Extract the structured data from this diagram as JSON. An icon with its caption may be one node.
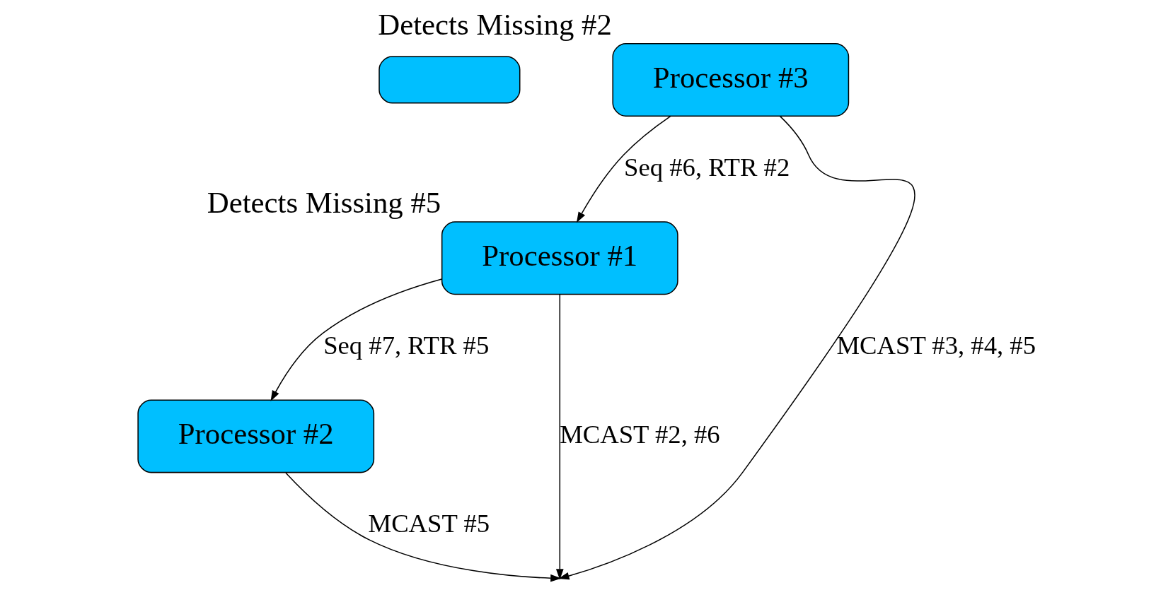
{
  "diagram": {
    "nodes": [
      {
        "text": [],
        "shape": "box"
      },
      {
        "text": [
          "Processor #1"
        ],
        "beside": [
          "Detects Missing #5"
        ]
      },
      {
        "text": [
          "Processor #2"
        ]
      },
      {
        "text": [
          "Processor #3"
        ],
        "beside": [
          "Detects Missing #2"
        ]
      }
    ],
    "edges": [
      {
        "from": 1,
        "to": 2,
        "arrow": "to",
        "label": "Seq #7, RTR #5"
      },
      {
        "from": 1,
        "to": null,
        "arrow": "to",
        "label": "MCAST #2, #6"
      },
      {
        "from": 2,
        "to": null,
        "arrow": "to",
        "label": "MCAST #5"
      },
      {
        "from": 3,
        "to": null,
        "arrow": "to",
        "label": "MCAST #3, #4, #5"
      },
      {
        "from": 3,
        "to": 1,
        "arrow": "to",
        "label": "Seq #6, RTR #2"
      }
    ]
  }
}
